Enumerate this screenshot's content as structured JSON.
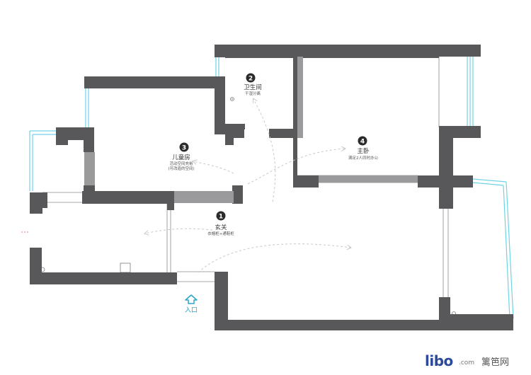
{
  "rooms": [
    {
      "number": "1",
      "name": "玄关",
      "sub": "衣帽柜+通鞋柜"
    },
    {
      "number": "2",
      "name": "卫生间",
      "sub": "干湿分离"
    },
    {
      "number": "3",
      "name": "儿童房",
      "sub": "活动空间充裕",
      "sub2": "(可改造的空间)"
    },
    {
      "number": "4",
      "name": "主卧",
      "sub": "满足2人同时办公"
    }
  ],
  "entrance": {
    "label": "入口"
  },
  "watermark": {
    "logo": "libo",
    "domain": ".com",
    "name": "篱笆网"
  },
  "colors": {
    "wall": "#58585a",
    "window": "#6fd3e6",
    "entry": "#2aa6c8",
    "watermark": "#2d4a9a"
  }
}
